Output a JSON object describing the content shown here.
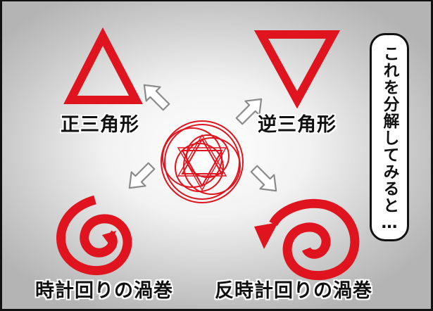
{
  "labels": {
    "triangle_up": "正三角形",
    "triangle_down": "逆三角形",
    "spiral_cw": "時計回りの渦巻",
    "spiral_ccw": "反時計回りの渦巻"
  },
  "speech_bubble": {
    "text": "これを分解してみると…"
  },
  "colors": {
    "accent_red": "#e0141e",
    "arrow_fill": "#ffffff",
    "arrow_stroke": "#888888",
    "border": "#111111"
  },
  "icons": [
    "triangle-up-icon",
    "triangle-down-icon",
    "magic-circle-icon",
    "clockwise-spiral-icon",
    "counterclockwise-spiral-icon",
    "arrow-icon"
  ]
}
